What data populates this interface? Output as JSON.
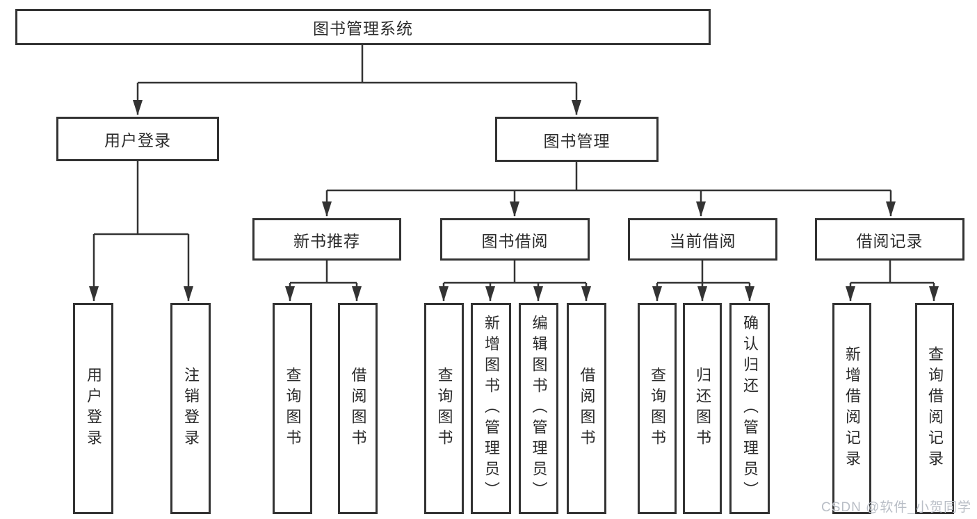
{
  "diagram_type": "hierarchy-tree",
  "tree": {
    "label": "图书管理系统",
    "children": [
      {
        "label": "用户登录",
        "children": [
          {
            "label": "用户登录"
          },
          {
            "label": "注销登录"
          }
        ]
      },
      {
        "label": "图书管理",
        "children": [
          {
            "label": "新书推荐",
            "children": [
              {
                "label": "查询图书"
              },
              {
                "label": "借阅图书"
              }
            ]
          },
          {
            "label": "图书借阅",
            "children": [
              {
                "label": "查询图书"
              },
              {
                "label": "新增图书（管理员）"
              },
              {
                "label": "编辑图书（管理员）"
              },
              {
                "label": "借阅图书"
              }
            ]
          },
          {
            "label": "当前借阅",
            "children": [
              {
                "label": "查询图书"
              },
              {
                "label": "归还图书"
              },
              {
                "label": "确认归还（管理员）"
              }
            ]
          },
          {
            "label": "借阅记录",
            "children": [
              {
                "label": "新增借阅记录"
              },
              {
                "label": "查询借阅记录"
              }
            ]
          }
        ]
      }
    ]
  },
  "watermark": {
    "text": "CSDN @软件_小贺同学"
  },
  "colors": {
    "line": "#333333",
    "box_border": "#333333",
    "text": "#2b2b2b",
    "background": "#ffffff",
    "watermark": "#b9bec6"
  }
}
